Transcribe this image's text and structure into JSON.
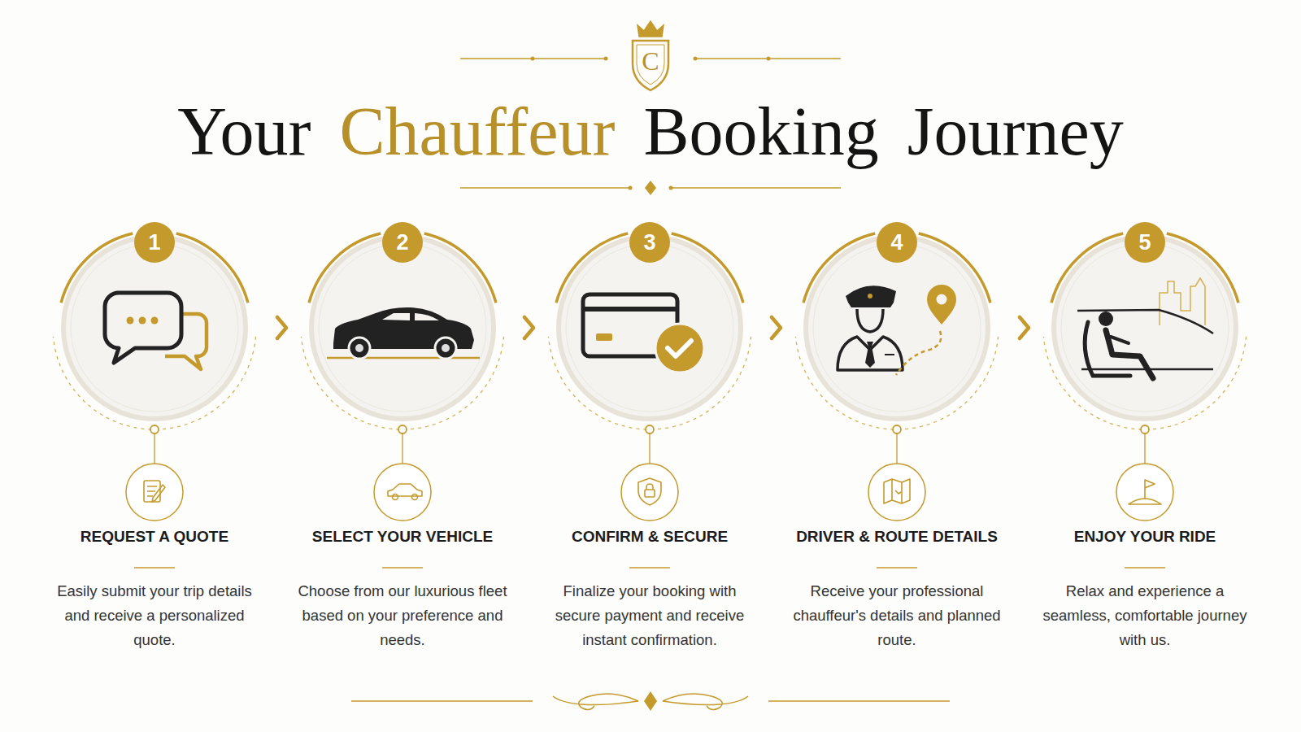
{
  "diagram": {
    "title": "Your Chauffeur Booking Journey",
    "nodes": [
      {
        "text": [
          "1",
          "REQUEST A QUOTE",
          "Easily submit your trip details and receive a personalized quote."
        ]
      },
      {
        "text": [
          "2",
          "SELECT YOUR VEHICLE",
          "Choose from our luxurious fleet based on your preference and needs."
        ]
      },
      {
        "text": [
          "3",
          "CONFIRM & SECURE",
          "Finalize your booking with secure payment and receive instant confirmation."
        ]
      },
      {
        "text": [
          "4",
          "DRIVER & ROUTE DETAILS",
          "Receive your professional chauffeur's details and planned route."
        ]
      },
      {
        "text": [
          "5",
          "ENJOY YOUR RIDE",
          "Relax and experience a seamless, comfortable journey with us."
        ]
      }
    ],
    "edges": [
      {
        "from": 0,
        "to": 1,
        "arrow": "to"
      },
      {
        "from": 1,
        "to": 2,
        "arrow": "to"
      },
      {
        "from": 2,
        "to": 3,
        "arrow": "to"
      },
      {
        "from": 3,
        "to": 4,
        "arrow": "to"
      }
    ],
    "labels": [
      "C"
    ]
  }
}
